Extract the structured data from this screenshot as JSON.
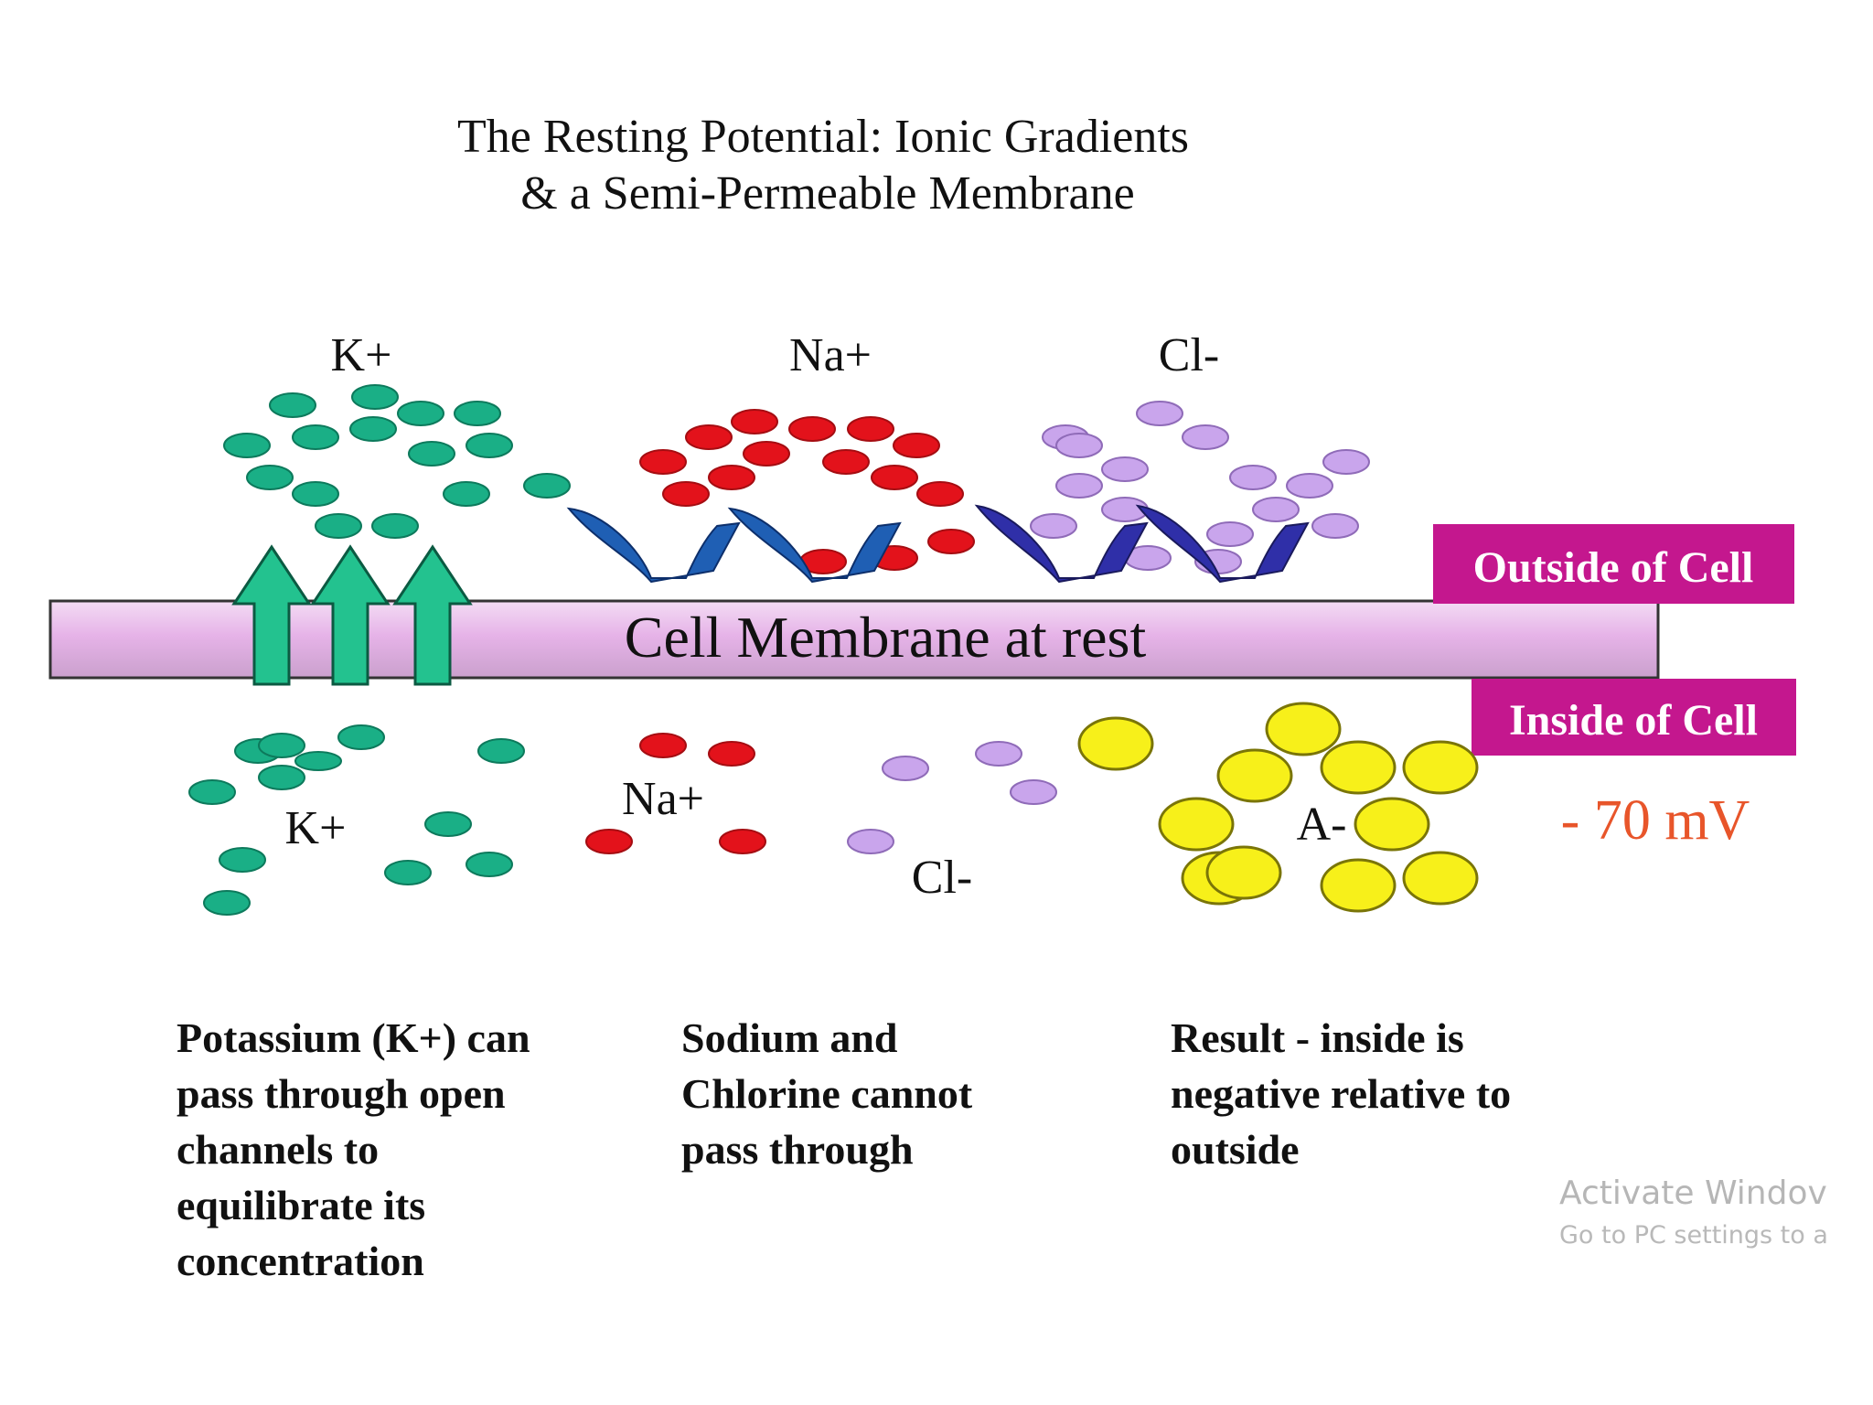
{
  "title": {
    "line1": "The Resting Potential: Ionic Gradients",
    "line2": "& a Semi-Permeable Membrane"
  },
  "outside_labels": {
    "k": "K+",
    "na": "Na+",
    "cl": "Cl-"
  },
  "inside_labels": {
    "k": "K+",
    "na": "Na+",
    "cl": "Cl-",
    "anion": "A-"
  },
  "membrane_label": "Cell Membrane at rest",
  "outside_badge": "Outside of Cell",
  "inside_badge": "Inside of Cell",
  "membrane_potential": "- 70 mV",
  "captions": {
    "potassium": [
      "Potassium (K+) can",
      "pass through open",
      "channels to",
      "equilibrate its",
      "concentration"
    ],
    "sodium_chlorine": [
      "Sodium and",
      "Chlorine cannot",
      "pass through"
    ],
    "result": [
      "Result - inside is",
      "negative relative to",
      "outside"
    ]
  },
  "watermark": {
    "line1": "Activate Windov",
    "line2": "Go to PC settings to a"
  },
  "colors": {
    "potassium": "#1aaf86",
    "sodium": "#e3121b",
    "chloride": "#c9a5ec",
    "anion": "#f7f01a",
    "badge": "#c4178e",
    "potential_text": "#e8552a",
    "membrane": "#e8b8ea"
  }
}
